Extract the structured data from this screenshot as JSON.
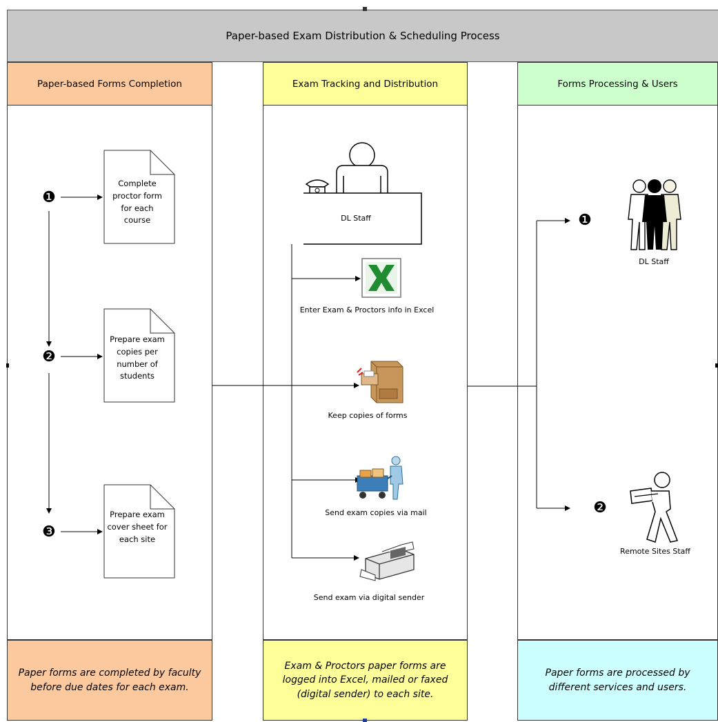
{
  "title": "Paper-based Exam Distribution  & Scheduling Process",
  "lanes": {
    "left": {
      "header": "Paper-based Forms Completion",
      "color": "#fcc99e",
      "steps": [
        {
          "marker": "1",
          "text": "Complete proctor form for each course"
        },
        {
          "marker": "2",
          "text": "Prepare exam copies per number of students"
        },
        {
          "marker": "3",
          "text": "Prepare exam cover sheet for each site"
        }
      ],
      "footer": "Paper forms are completed by faculty before due dates for each exam."
    },
    "middle": {
      "header": "Exam Tracking and Distribution",
      "color": "#ffff99",
      "desk_label": "DL Staff",
      "items": [
        {
          "icon": "excel-icon",
          "caption": "Enter Exam & Proctors info in Excel"
        },
        {
          "icon": "filing-cabinet-icon",
          "caption": "Keep copies of forms"
        },
        {
          "icon": "mail-cart-icon",
          "caption": "Send exam copies via mail"
        },
        {
          "icon": "fax-machine-icon",
          "caption": "Send exam via digital sender"
        }
      ],
      "footer": "Exam & Proctors paper forms are logged into Excel, mailed or faxed (digital sender) to each site."
    },
    "right": {
      "header": "Forms Processing & Users",
      "header_color": "#ccffcc",
      "footer_color": "#ccffff",
      "users": [
        {
          "marker": "1",
          "icon": "people-group-icon",
          "label": "DL Staff"
        },
        {
          "marker": "2",
          "icon": "person-carrying-icon",
          "label": "Remote Sites Staff"
        }
      ],
      "footer": "Paper forms are processed by different services and users."
    }
  }
}
